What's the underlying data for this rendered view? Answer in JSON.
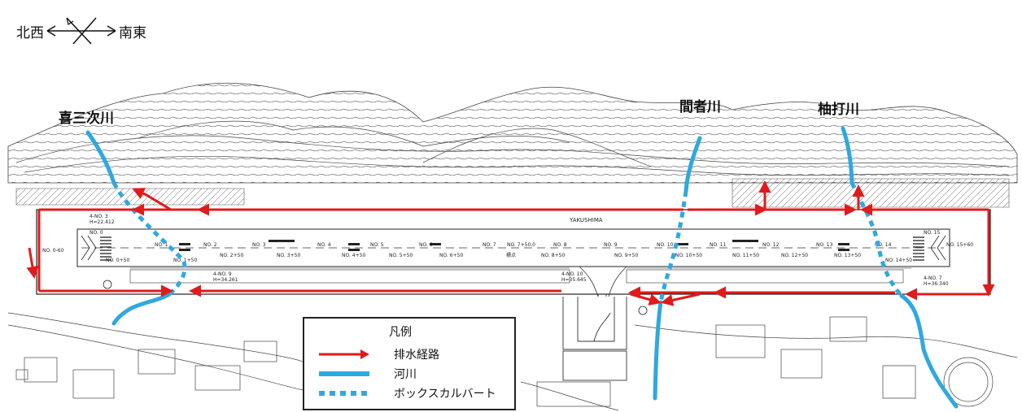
{
  "compass": {
    "left_label": "北西",
    "right_label": "南東",
    "icon": "compass-arrows-icon"
  },
  "rivers": [
    {
      "name": "喜三次川"
    },
    {
      "name": "間者川"
    },
    {
      "name": "柚打川"
    }
  ],
  "runway": {
    "name": "YAKUSHIMA",
    "stations": [
      "NO. 0",
      "NO. 1",
      "NO. 2",
      "NO. 3",
      "NO. 4",
      "NO. 5",
      "NO. 6",
      "NO. 7",
      "NO. 7+50.0",
      "NO. 8",
      "NO. 9",
      "NO. 10",
      "NO. 11",
      "NO. 12",
      "NO. 13",
      "NO. 14",
      "NO. 15"
    ],
    "half_stations": [
      "NO. 0+50",
      "NO. 1+50",
      "NO. 2+50",
      "NO. 3+50",
      "NO. 4+50",
      "NO. 5+50",
      "NO. 6+50",
      "NO. 8+50",
      "NO. 9+50",
      "NO. 10+50",
      "NO. 11+50",
      "NO. 12+50",
      "NO. 13+50",
      "NO. 14+50"
    ],
    "end_left": "NO. 0-60",
    "end_right": "NO. 15+60",
    "center_mark": "標点",
    "benchmarks": [
      {
        "id": "4-NO. 3",
        "h": "H=22.412"
      },
      {
        "id": "4-NO. 9",
        "h": "H=34.261"
      },
      {
        "id": "4-NO. 10",
        "h": "H=35.645"
      },
      {
        "id": "4-NO. 7",
        "h": "H=36.340"
      }
    ]
  },
  "legend": {
    "title": "凡例",
    "items": [
      {
        "label": "排水経路",
        "style": "red-arrow",
        "color": "#e01b1b"
      },
      {
        "label": "河川",
        "style": "solid-blue",
        "color": "#2fa8e0"
      },
      {
        "label": "ボックスカルバート",
        "style": "dashed-blue",
        "color": "#2fa8e0"
      }
    ]
  },
  "colors": {
    "drainage": "#e01b1b",
    "river": "#2fa8e0",
    "linework": "#333333"
  }
}
